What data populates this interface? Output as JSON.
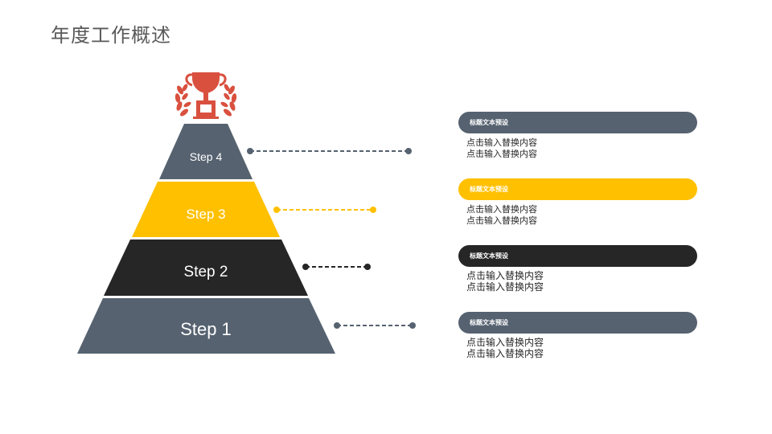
{
  "title": "年度工作概述",
  "colors": {
    "slate": "#566270",
    "yellow": "#FFC000",
    "dark": "#262626",
    "trophy": "#D9503F"
  },
  "steps": [
    {
      "label": "Step 4",
      "color": "#566270",
      "header": "标题文本预设",
      "lines": [
        "点击输入替换内容",
        "点击输入替换内容"
      ]
    },
    {
      "label": "Step 3",
      "color": "#FFC000",
      "header": "标题文本预设",
      "lines": [
        "点击输入替换内容",
        "点击输入替换内容"
      ]
    },
    {
      "label": "Step 2",
      "color": "#262626",
      "header": "标题文本预设",
      "lines": [
        "点击输入替换内容",
        "点击输入替换内容"
      ]
    },
    {
      "label": "Step 1",
      "color": "#566270",
      "header": "标题文本预设",
      "lines": [
        "点击输入替换内容",
        "点击输入替换内容"
      ]
    }
  ],
  "icons": {
    "top": "trophy-laurel-icon"
  }
}
